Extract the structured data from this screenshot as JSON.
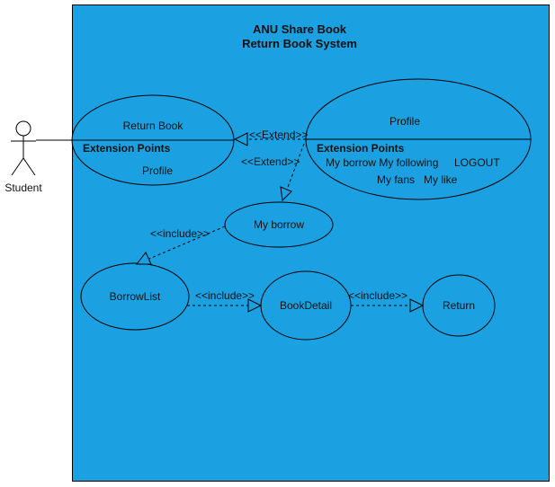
{
  "diagram": {
    "system": {
      "title_line1": "ANU Share Book",
      "title_line2": "Return Book System",
      "fill": "#1ba1e2"
    },
    "actor": {
      "label": "Student"
    },
    "use_cases": {
      "return_book": {
        "name": "Return Book",
        "ext_points_label": "Extension Points",
        "ext_point": "Profile"
      },
      "profile": {
        "name": "Profile",
        "ext_points_label": "Extension Points",
        "ext_points_row1": "My borrow My following",
        "ext_points_row1b": "LOGOUT",
        "ext_points_row2": "My fans   My like"
      },
      "my_borrow": {
        "name": "My borrow"
      },
      "borrow_list": {
        "name": "BorrowList"
      },
      "book_detail": {
        "name": "BookDetail"
      },
      "return": {
        "name": "Return"
      }
    },
    "relations": {
      "extend_1": "<<Extend>>",
      "extend_2": "<<Extend>>",
      "include_1": "<<include>>",
      "include_2": "<<include>>",
      "include_3": "<<include>>"
    }
  }
}
